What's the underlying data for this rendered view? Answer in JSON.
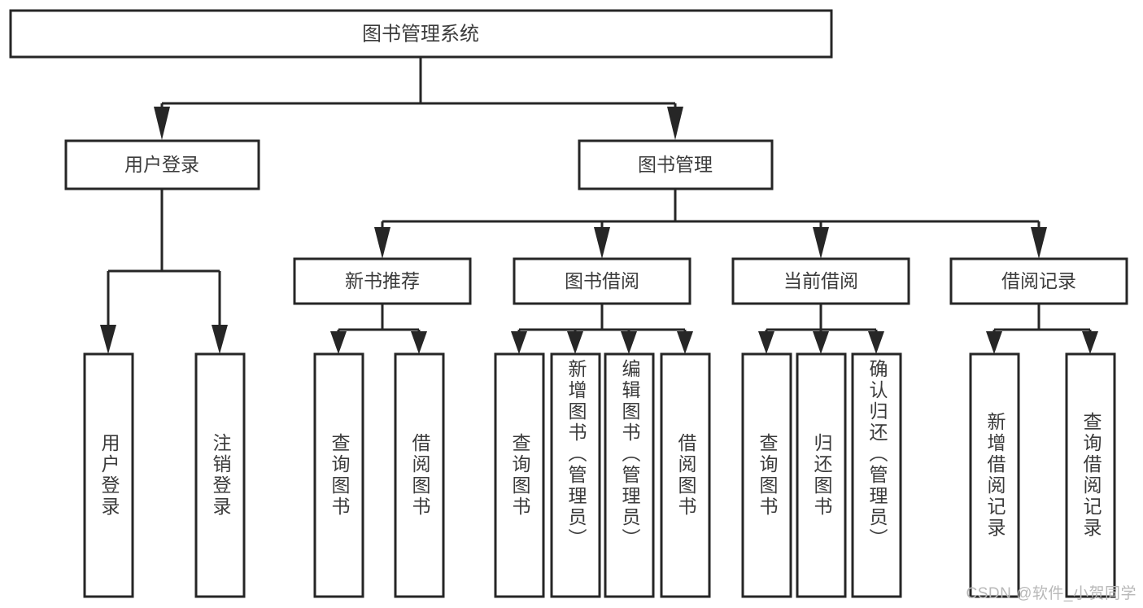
{
  "diagram": {
    "type": "hierarchy-tree",
    "title": "图书管理系统",
    "levels": 4,
    "root": {
      "id": "root",
      "label": "图书管理系统",
      "orientation": "horizontal"
    },
    "level2": [
      {
        "id": "user-login",
        "label": "用户登录",
        "orientation": "horizontal"
      },
      {
        "id": "book-manage",
        "label": "图书管理",
        "orientation": "horizontal"
      }
    ],
    "level3": [
      {
        "id": "new-book-recommend",
        "label": "新书推荐",
        "orientation": "horizontal",
        "parent": "book-manage"
      },
      {
        "id": "book-borrow",
        "label": "图书借阅",
        "orientation": "horizontal",
        "parent": "book-manage"
      },
      {
        "id": "current-borrow",
        "label": "当前借阅",
        "orientation": "horizontal",
        "parent": "book-manage"
      },
      {
        "id": "borrow-record",
        "label": "借阅记录",
        "orientation": "horizontal",
        "parent": "book-manage"
      }
    ],
    "leaves": [
      {
        "id": "leaf-user-login",
        "label": "用户登录",
        "orientation": "vertical",
        "parent": "user-login"
      },
      {
        "id": "leaf-logout",
        "label": "注销登录",
        "orientation": "vertical",
        "parent": "user-login"
      },
      {
        "id": "leaf-query-book-1",
        "label": "查询图书",
        "orientation": "vertical",
        "parent": "new-book-recommend"
      },
      {
        "id": "leaf-borrow-book-1",
        "label": "借阅图书",
        "orientation": "vertical",
        "parent": "new-book-recommend"
      },
      {
        "id": "leaf-query-book-2",
        "label": "查询图书",
        "orientation": "vertical",
        "parent": "book-borrow"
      },
      {
        "id": "leaf-add-book",
        "label": "新增图书（管理员）",
        "orientation": "vertical",
        "parent": "book-borrow"
      },
      {
        "id": "leaf-edit-book",
        "label": "编辑图书（管理员）",
        "orientation": "vertical",
        "parent": "book-borrow"
      },
      {
        "id": "leaf-borrow-book-2",
        "label": "借阅图书",
        "orientation": "vertical",
        "parent": "book-borrow"
      },
      {
        "id": "leaf-query-book-3",
        "label": "查询图书",
        "orientation": "vertical",
        "parent": "current-borrow"
      },
      {
        "id": "leaf-return-book",
        "label": "归还图书",
        "orientation": "vertical",
        "parent": "current-borrow"
      },
      {
        "id": "leaf-confirm-return",
        "label": "确认归还（管理员）",
        "orientation": "vertical",
        "parent": "current-borrow"
      },
      {
        "id": "leaf-add-record",
        "label": "新增借阅记录",
        "orientation": "vertical",
        "parent": "borrow-record"
      },
      {
        "id": "leaf-query-record",
        "label": "查询借阅记录",
        "orientation": "vertical",
        "parent": "borrow-record"
      }
    ],
    "colors": {
      "box_fill": "#ffffff",
      "box_stroke": "#262626",
      "text": "#3b3b3b",
      "connector": "#262626",
      "background": "#ffffff",
      "watermark": "#b8b8b8"
    }
  },
  "watermark": {
    "text": "CSDN @软件_小贺同学"
  }
}
